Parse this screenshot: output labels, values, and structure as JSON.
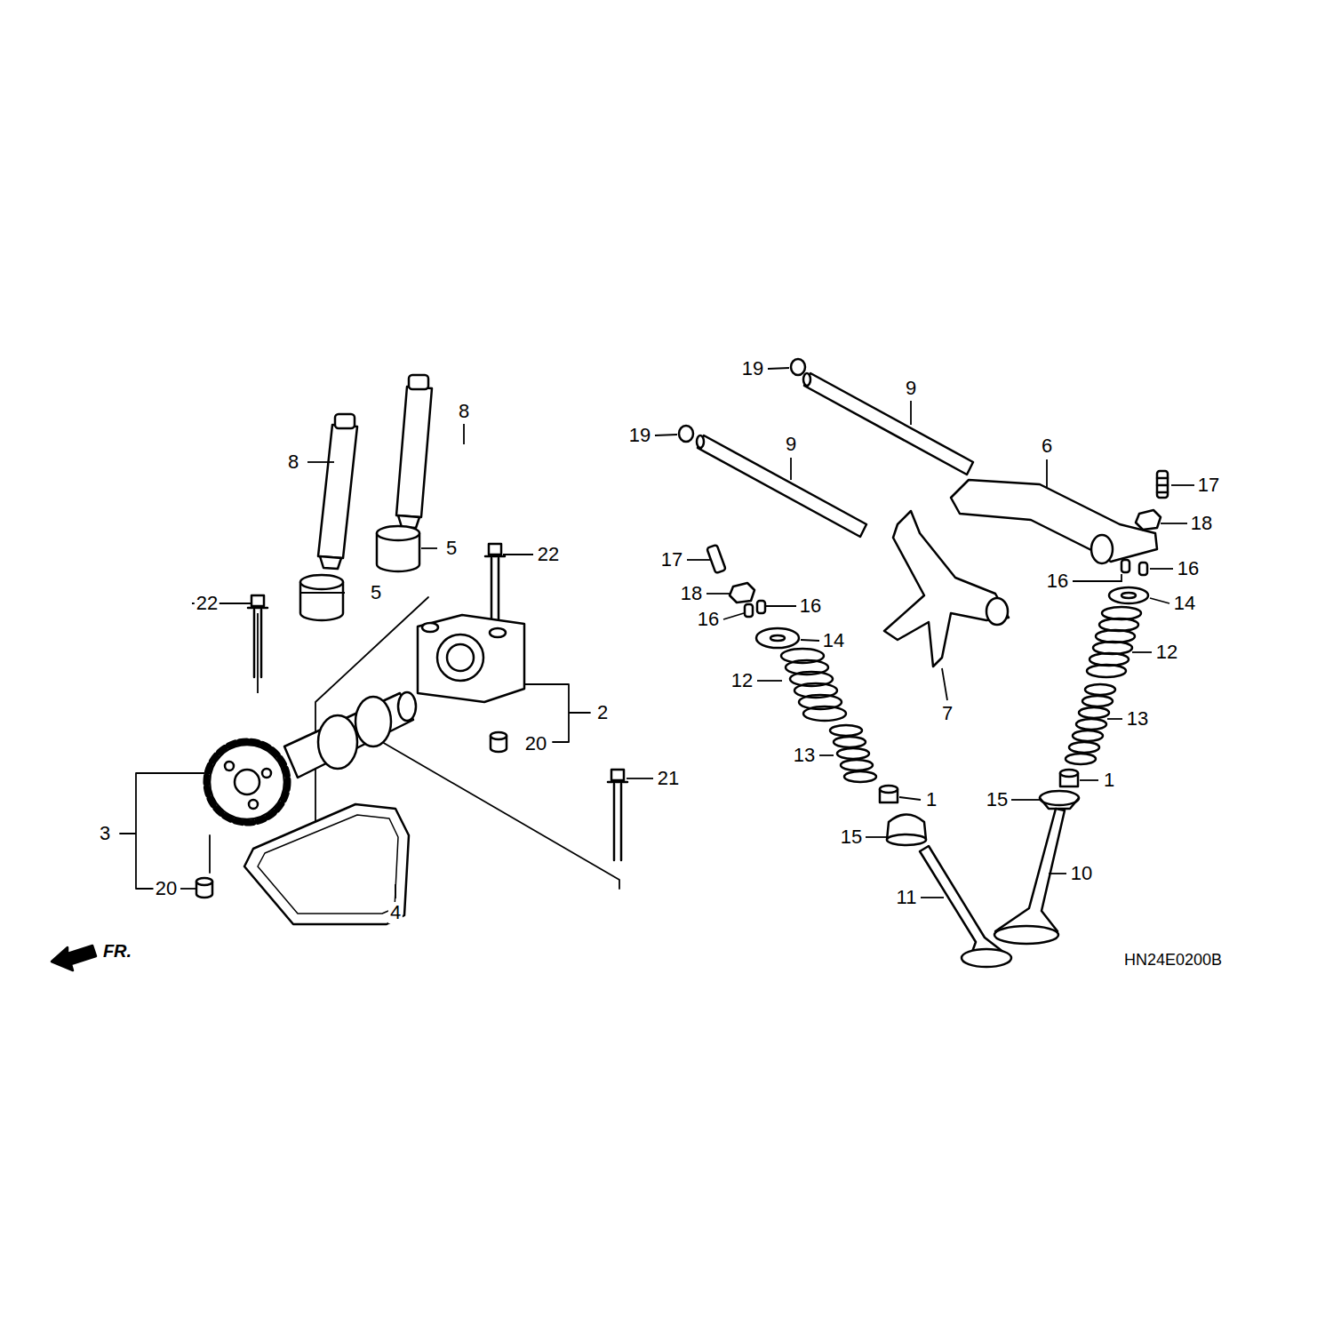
{
  "diagram": {
    "labels": [
      "19",
      "9",
      "8",
      "19",
      "9",
      "6",
      "8",
      "17",
      "18",
      "5",
      "22",
      "17",
      "16",
      "16",
      "5",
      "18",
      "22",
      "14",
      "16",
      "16",
      "14",
      "12",
      "12",
      "2",
      "7",
      "13",
      "20",
      "13",
      "21",
      "1",
      "1",
      "15",
      "3",
      "15",
      "10",
      "20",
      "11",
      "4",
      "FR.",
      "HN24E0200B"
    ]
  }
}
